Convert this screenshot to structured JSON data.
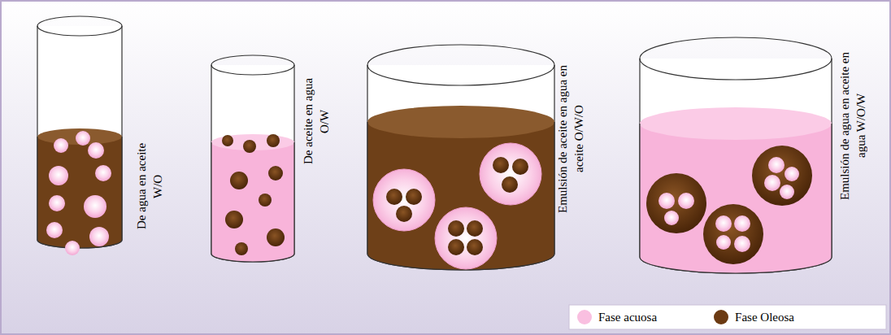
{
  "diagram": {
    "nodes": [
      {
        "text": [
          "De agua en aceite W/O"
        ]
      },
      {
        "text": [
          "De aceite en agua O/W"
        ]
      },
      {
        "text": [
          "Emulsión de aceite en agua en aceite O/W/O"
        ]
      },
      {
        "text": [
          "Emulsión de agua en aceite en agua W/O/W"
        ]
      }
    ],
    "legend": [
      {
        "text": "Fase acuosa",
        "color": "#f9bfe0"
      },
      {
        "text": "Fase Oleosa",
        "color": "#6b3a12"
      }
    ]
  }
}
